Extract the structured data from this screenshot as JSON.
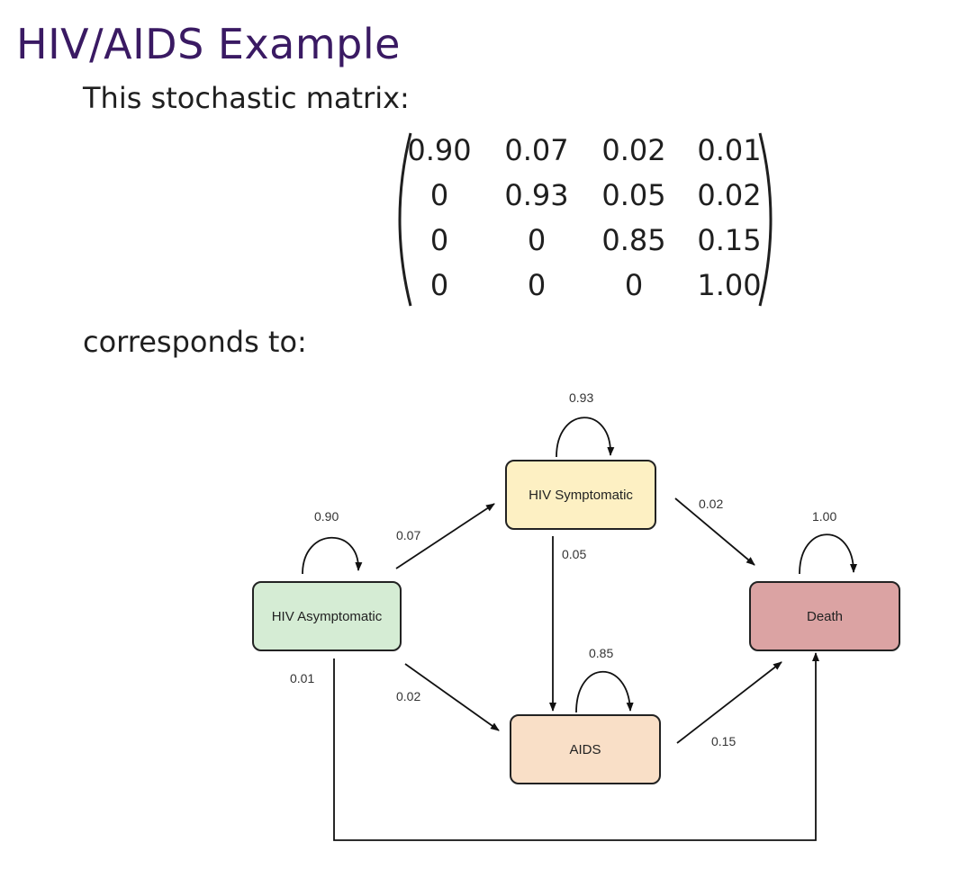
{
  "title": "HIV/AIDS Example",
  "intro": "This stochastic matrix:",
  "matrix": [
    [
      "0.90",
      "0.07",
      "0.02",
      "0.01"
    ],
    [
      "0",
      "0.93",
      "0.05",
      "0.02"
    ],
    [
      "0",
      "0",
      "0.85",
      "0.15"
    ],
    [
      "0",
      "0",
      "0",
      "1.00"
    ]
  ],
  "corresponds": "corresponds to:",
  "diagram": {
    "nodes": {
      "asymptomatic": {
        "label": "HIV Asymptomatic",
        "color": "#d5ecd4"
      },
      "symptomatic": {
        "label": "HIV Symptomatic",
        "color": "#fdf0c3"
      },
      "aids": {
        "label": "AIDS",
        "color": "#f9dfc7"
      },
      "death": {
        "label": "Death",
        "color": "#dba3a3"
      }
    },
    "probabilities": {
      "asym_self": "0.90",
      "asym_to_sym": "0.07",
      "asym_to_aids": "0.02",
      "asym_to_death": "0.01",
      "sym_self": "0.93",
      "sym_to_aids": "0.05",
      "sym_to_death": "0.02",
      "aids_self": "0.85",
      "aids_to_death": "0.15",
      "death_self": "1.00"
    }
  }
}
